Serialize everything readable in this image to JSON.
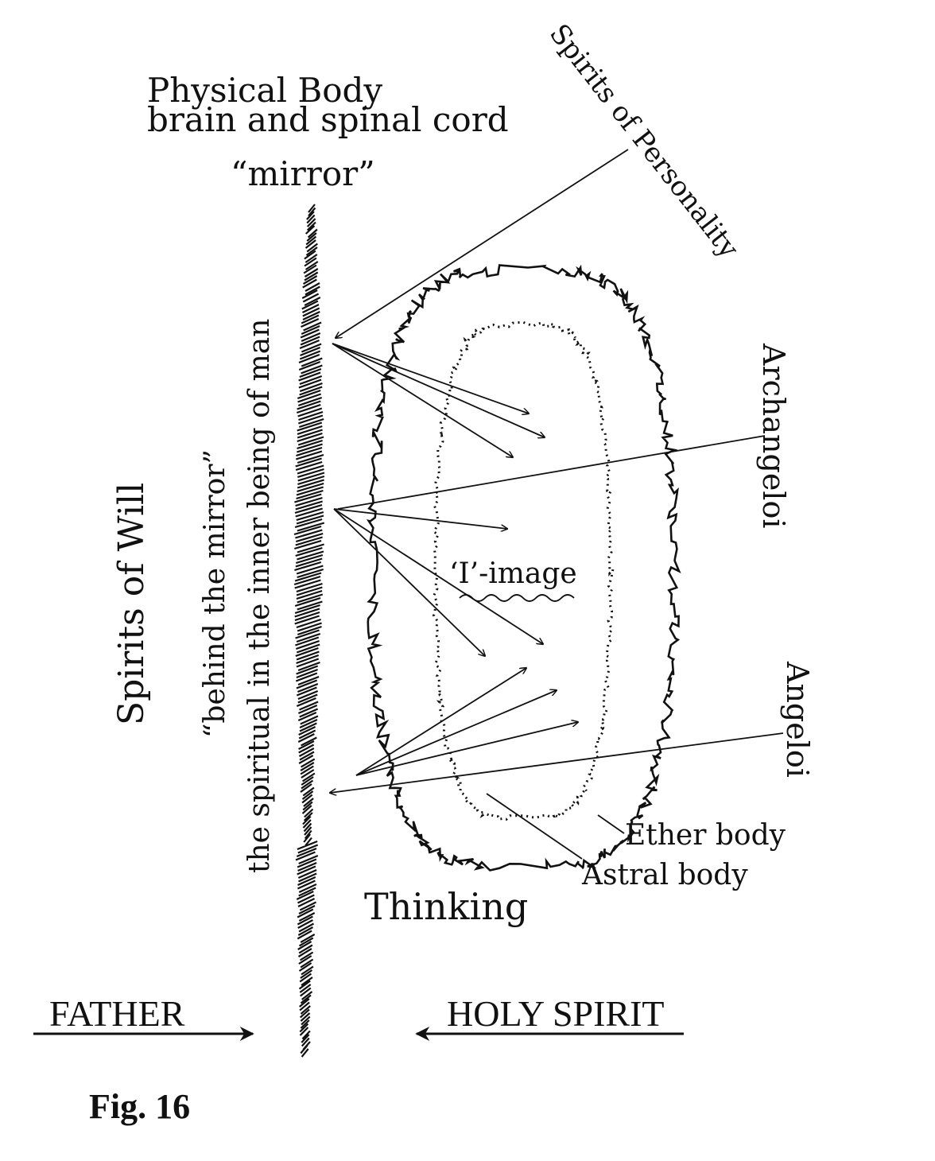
{
  "figure": {
    "caption": "Fig. 16",
    "labels": {
      "physical_body": "Physical Body",
      "brain_spinal": "brain and spinal cord",
      "mirror": "“mirror”",
      "spirits_of_personality": "Spirits of Personality",
      "archangeloi": "Archangeloi",
      "angeloi": "Angeloi",
      "spirits_of_will": "Spirits of Will",
      "behind_mirror": "“behind the mirror”",
      "spiritual_inner": "the spiritual in the inner being of man",
      "i_image": "‘I’-image",
      "ether_body": "Ether body",
      "astral_body": "Astral body",
      "thinking": "Thinking",
      "father": "FATHER",
      "holy_spirit": "HOLY SPIRIT"
    }
  }
}
